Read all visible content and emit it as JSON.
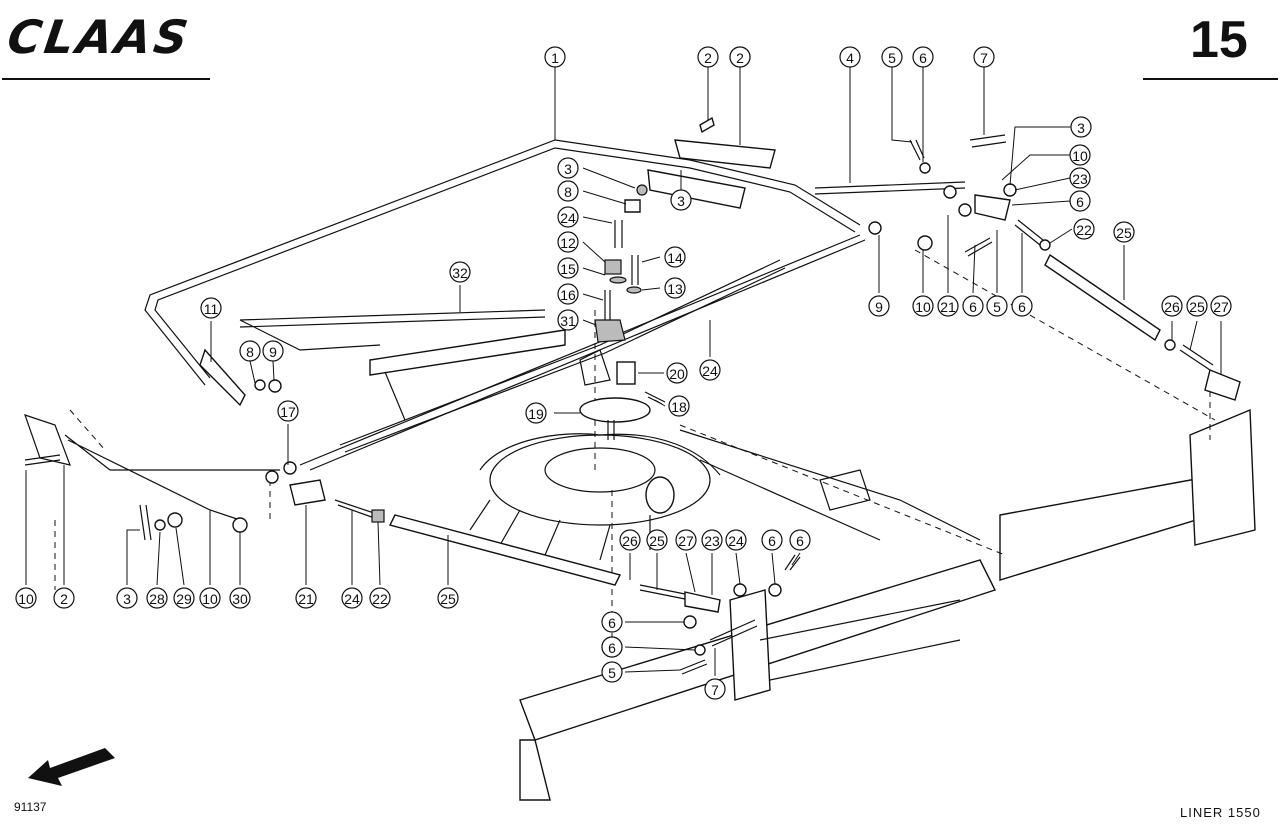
{
  "header": {
    "logo_text": "CLAAS",
    "page_number": "15"
  },
  "footer": {
    "drawing_number": "91137",
    "model": "LINER 1550"
  },
  "callouts": [
    "1",
    "2",
    "3",
    "2",
    "3",
    "4",
    "5",
    "6",
    "7",
    "8",
    "9",
    "3",
    "10",
    "23",
    "6",
    "24",
    "12",
    "14",
    "15",
    "13",
    "16",
    "31",
    "32",
    "11",
    "3",
    "8",
    "9",
    "10",
    "21",
    "6",
    "5",
    "6",
    "22",
    "25",
    "26",
    "25",
    "27",
    "24",
    "20",
    "19",
    "18",
    "17",
    "10",
    "2",
    "3",
    "28",
    "29",
    "10",
    "30",
    "21",
    "24",
    "22",
    "25",
    "26",
    "25",
    "27",
    "23",
    "24",
    "6",
    "6",
    "5",
    "6",
    "6",
    "5",
    "7"
  ],
  "icons": {
    "direction_arrow": "arrow-down-left-icon"
  }
}
